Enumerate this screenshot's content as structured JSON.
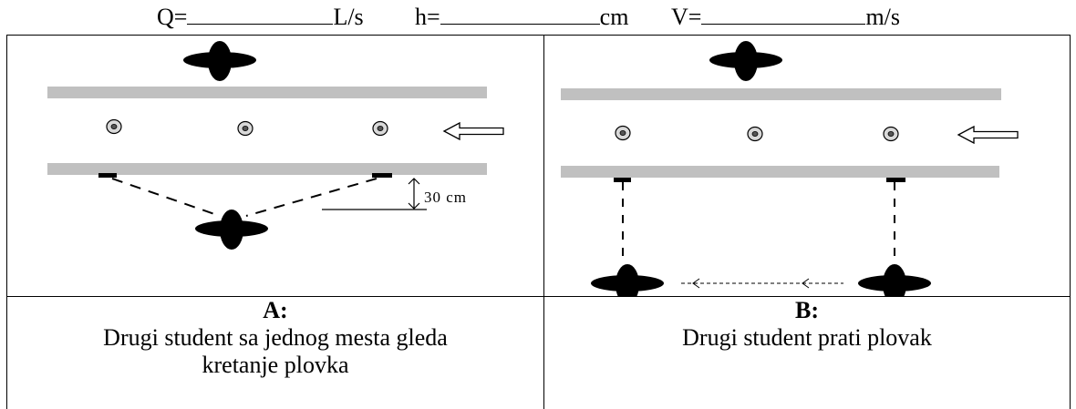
{
  "header": {
    "q_label": "Q=",
    "q_unit": "L/s",
    "h_label": "h=",
    "h_unit": "cm",
    "v_label": "V=",
    "v_unit": "m/s"
  },
  "panel_a": {
    "distance_label": "30 cm",
    "caption_title": "A:",
    "caption_text": "Drugi student sa jednog mesta gleda kretanje plovka"
  },
  "panel_b": {
    "caption_title": "B:",
    "caption_text": "Drugi student prati plovak"
  }
}
